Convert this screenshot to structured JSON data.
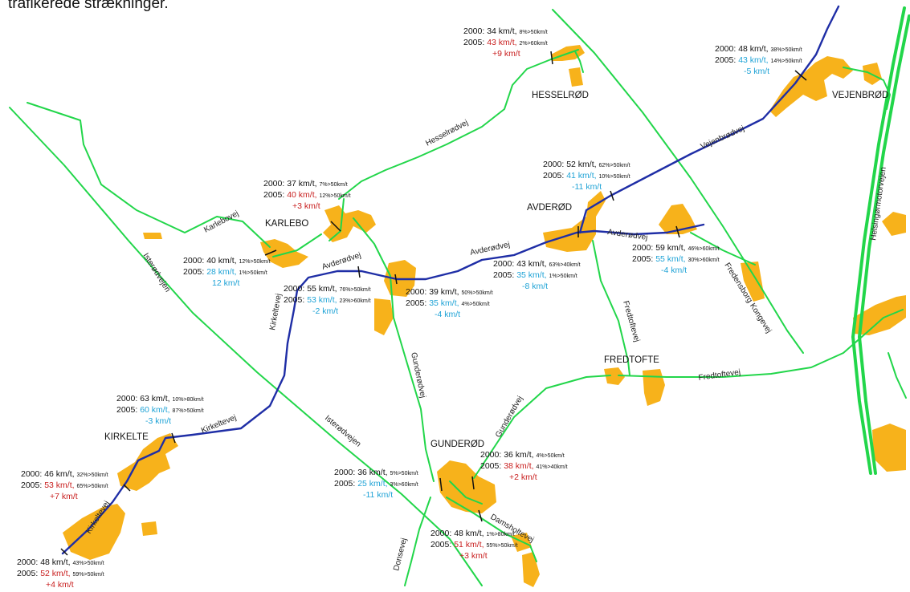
{
  "header": {
    "text": "trafikerede strækninger."
  },
  "colors": {
    "town": "#f7b21b",
    "road_green": "#22d64a",
    "road_blue": "#1f2ea6",
    "motorway": "#22d64a",
    "increase": "#c81e1e",
    "decrease": "#1fa3d6",
    "text": "#111111"
  },
  "towns": [
    {
      "id": "hesselrod",
      "name": "HESSELRØD"
    },
    {
      "id": "vejenbrod",
      "name": "VEJENBRØD"
    },
    {
      "id": "karlebo",
      "name": "KARLEBO"
    },
    {
      "id": "avderod",
      "name": "AVDERØD"
    },
    {
      "id": "fredtofte",
      "name": "FREDTOFTE"
    },
    {
      "id": "kirkelte",
      "name": "KIRKELTE"
    },
    {
      "id": "gunderod",
      "name": "GUNDERØD"
    }
  ],
  "roads": [
    {
      "id": "hesselrodvej",
      "name": "Hesselrødvej"
    },
    {
      "id": "vejenbrodvej",
      "name": "Vejenbrødvej"
    },
    {
      "id": "helsingormotorvejen",
      "name": "Helsingørmotorvejen"
    },
    {
      "id": "karlebovej",
      "name": "Karlebovej"
    },
    {
      "id": "isterodvejen-1",
      "name": "Isterødvejen"
    },
    {
      "id": "avderodvej-1",
      "name": "Avderødvej"
    },
    {
      "id": "avderodvej-2",
      "name": "Avderødvej"
    },
    {
      "id": "avderodvej-3",
      "name": "Avderødvej"
    },
    {
      "id": "fredensborg-kongevej",
      "name": "Fredensborg Kongevej"
    },
    {
      "id": "fredtoftevej-1",
      "name": "Fredtoftevej"
    },
    {
      "id": "fredtoftevej-2",
      "name": "Fredtoftevej"
    },
    {
      "id": "kirkeltevej-1",
      "name": "Kirkeltevej"
    },
    {
      "id": "kirkeltevej-2",
      "name": "Kirkeltevej"
    },
    {
      "id": "kirkeltevej-3",
      "name": "Kirkeltevej"
    },
    {
      "id": "gunderodvej-1",
      "name": "Gunderødvej"
    },
    {
      "id": "gunderodvej-2",
      "name": "Gunderødvej"
    },
    {
      "id": "isterodvejen-2",
      "name": "Isterødvejen"
    },
    {
      "id": "damsholtevej",
      "name": "Damsholtevej"
    },
    {
      "id": "donsevej",
      "name": "Donsevej"
    }
  ],
  "measurements": [
    {
      "id": "hesselrod",
      "y2000": "2000: 34 km/t,",
      "p2000": "8%>50km/t",
      "y2005": "2005:",
      "v2005": "43 km/t,",
      "p2005": "2%>60km/t",
      "change": "+9 km/t",
      "trend": "up"
    },
    {
      "id": "vejenbrod",
      "y2000": "2000: 48 km/t,",
      "p2000": "38%>50km/t",
      "y2005": "2005:",
      "v2005": "43 km/t,",
      "p2005": "14%>50km/t",
      "change": "-5 km/t",
      "trend": "down"
    },
    {
      "id": "karlebo",
      "y2000": "2000: 37 km/t,",
      "p2000": "7%>50km/t",
      "y2005": "2005:",
      "v2005": "40 km/t,",
      "p2005": "12%>50km/t",
      "change": "+3 km/t",
      "trend": "up"
    },
    {
      "id": "avderod-north",
      "y2000": "2000: 52 km/t,",
      "p2000": "62%>50km/t",
      "y2005": "2005:",
      "v2005": "41 km/t,",
      "p2005": "10%>50km/t",
      "change": "-11 km/t",
      "trend": "down"
    },
    {
      "id": "karlebo-south",
      "y2000": "2000: 40 km/t,",
      "p2000": "12%>50km/t",
      "y2005": "2005:",
      "v2005": "28 km/t,",
      "p2005": "1%>50km/t",
      "change": "12 km/t",
      "trend": "down"
    },
    {
      "id": "avderodvej-east",
      "y2000": "2000: 59 km/t,",
      "p2000": "46%>60km/t",
      "y2005": "2005:",
      "v2005": "55 km/t,",
      "p2005": "30%>60km/t",
      "change": "-4 km/t",
      "trend": "down"
    },
    {
      "id": "avderod-south",
      "y2000": "2000: 43 km/t,",
      "p2000": "63%>40km/t",
      "y2005": "2005:",
      "v2005": "35 km/t,",
      "p2005": "1%>50km/t",
      "change": "-8 km/t",
      "trend": "down"
    },
    {
      "id": "avderodvej-mid",
      "y2000": "2000: 55 km/t,",
      "p2000": "76%>50km/t",
      "y2005": "2005:",
      "v2005": "53 km/t,",
      "p2005": "23%>60km/t",
      "change": "-2 km/t",
      "trend": "down"
    },
    {
      "id": "avderodvej-center",
      "y2000": "2000: 39 km/t,",
      "p2000": "50%>50km/t",
      "y2005": "2005:",
      "v2005": "35 km/t,",
      "p2005": "4%>50km/t",
      "change": "-4 km/t",
      "trend": "down"
    },
    {
      "id": "kirkeltevej-north",
      "y2000": "2000: 63 km/t,",
      "p2000": "10%>80km/t",
      "y2005": "2005:",
      "v2005": "60 km/t,",
      "p2005": "87%>50km/t",
      "change": "-3 km/t",
      "trend": "down"
    },
    {
      "id": "gunderod-east",
      "y2000": "2000: 36 km/t,",
      "p2000": "4%>50km/t",
      "y2005": "2005:",
      "v2005": "38 km/t,",
      "p2005": "41%>40km/t",
      "change": "+2 km/t",
      "trend": "up"
    },
    {
      "id": "kirkelte",
      "y2000": "2000: 46 km/t,",
      "p2000": "32%>50km/t",
      "y2005": "2005:",
      "v2005": "53 km/t,",
      "p2005": "65%>50km/t",
      "change": "+7 km/t",
      "trend": "up"
    },
    {
      "id": "gunderod-west",
      "y2000": "2000: 36 km/t,",
      "p2000": "5%>50km/t",
      "y2005": "2005:",
      "v2005": "25 km/t,",
      "p2005": "3%>60km/t",
      "change": "-11 km/t",
      "trend": "down"
    },
    {
      "id": "damsholtevej",
      "y2000": "2000: 48 km/t,",
      "p2000": "1%>80km/t",
      "y2005": "2005:",
      "v2005": "51 km/t,",
      "p2005": "55%>50km/t",
      "change": "+3 km/t",
      "trend": "up"
    },
    {
      "id": "kirkeltevej-south",
      "y2000": "2000: 48 km/t,",
      "p2000": "43%>50km/t",
      "y2005": "2005:",
      "v2005": "52 km/t,",
      "p2005": "59%>50km/t",
      "change": "+4 km/t",
      "trend": "up"
    }
  ]
}
